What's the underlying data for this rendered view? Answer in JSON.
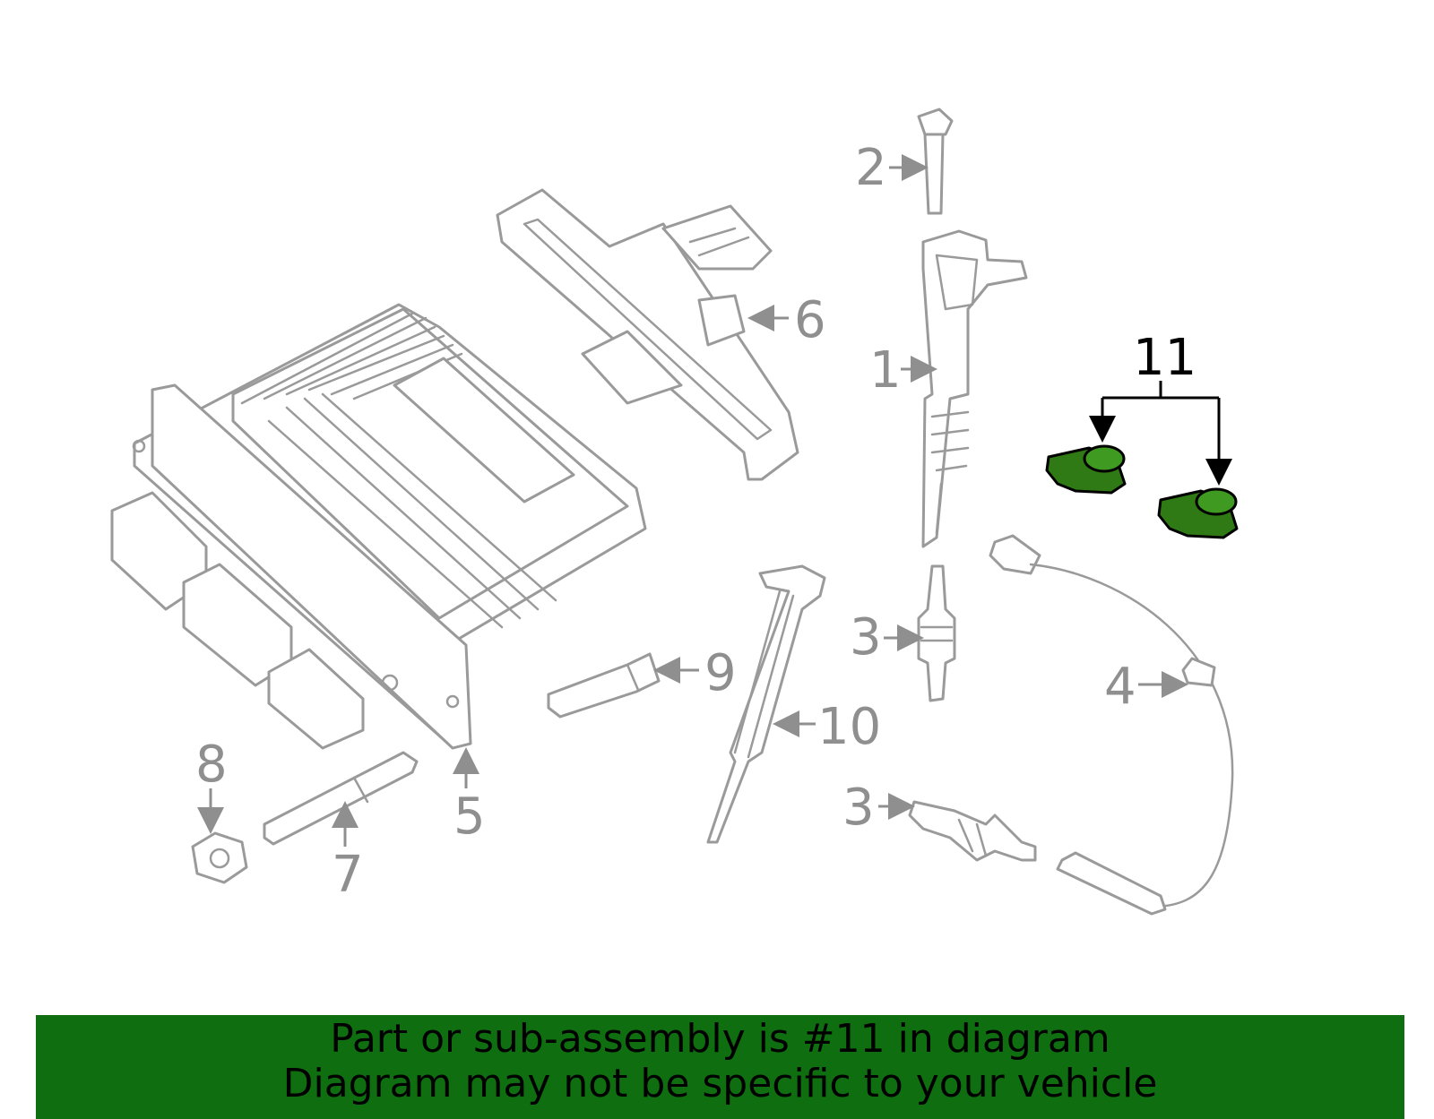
{
  "diagram": {
    "callouts": {
      "c1": "1",
      "c2": "2",
      "c3a": "3",
      "c3b": "3",
      "c4": "4",
      "c5": "5",
      "c6": "6",
      "c7": "7",
      "c8": "8",
      "c9": "9",
      "c10": "10",
      "c11": "11"
    },
    "highlight_color": "#2f7a14",
    "line_color": "#9a9a9a"
  },
  "footer": {
    "line1": "Part or sub-assembly is #11 in diagram",
    "line2": "Diagram may not be specific to your vehicle",
    "background": "#0f6e0f"
  }
}
